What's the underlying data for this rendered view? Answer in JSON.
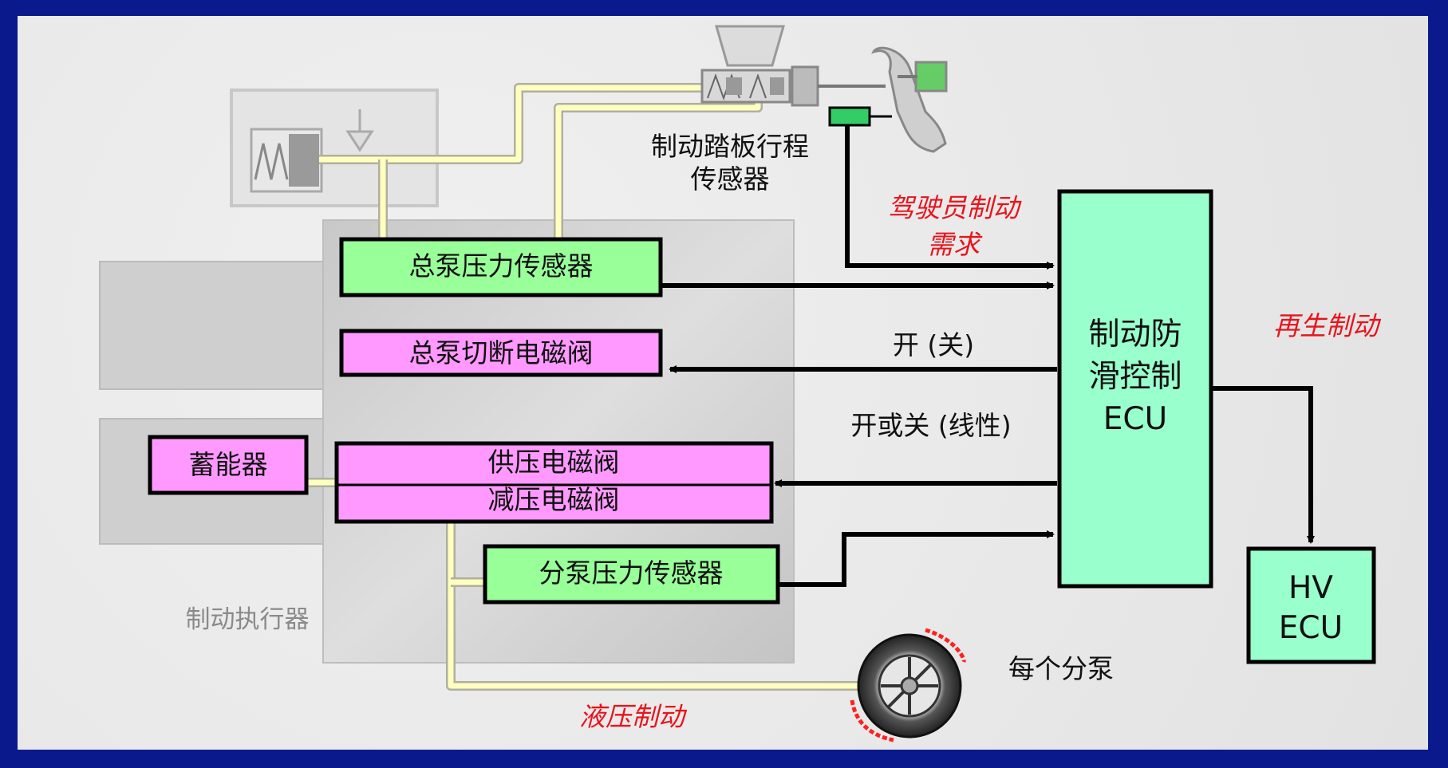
{
  "labels": {
    "pedal_sensor_line1": "制动踏板行程",
    "pedal_sensor_line2": "传感器",
    "driver_demand_line1": "驾驶员制动",
    "driver_demand_line2": "需求",
    "master_pressure_sensor": "总泵压力传感器",
    "master_cutoff_valve": "总泵切断电磁阀",
    "accumulator": "蓄能器",
    "supply_valve": "供压电磁阀",
    "reduce_valve": "减压电磁阀",
    "wheel_pressure_sensor": "分泵压力传感器",
    "actuator": "制动执行器",
    "ecu_line1": "制动防",
    "ecu_line2": "滑控制",
    "ecu_line3": "ECU",
    "hv_line1": "HV",
    "hv_line2": "ECU",
    "regen": "再生制动",
    "on_off": "开 (关)",
    "on_off_linear": "开或关 (线性)",
    "hydraulic": "液压制动",
    "each_wheel": "每个分泵"
  },
  "colors": {
    "green_box": "#99ff99",
    "magenta_box": "#ff99ff",
    "ecu_box": "#99ffcc",
    "red_text": "#e8141c",
    "pipe": "#ffffc0",
    "frame": "#0a1a8c"
  }
}
